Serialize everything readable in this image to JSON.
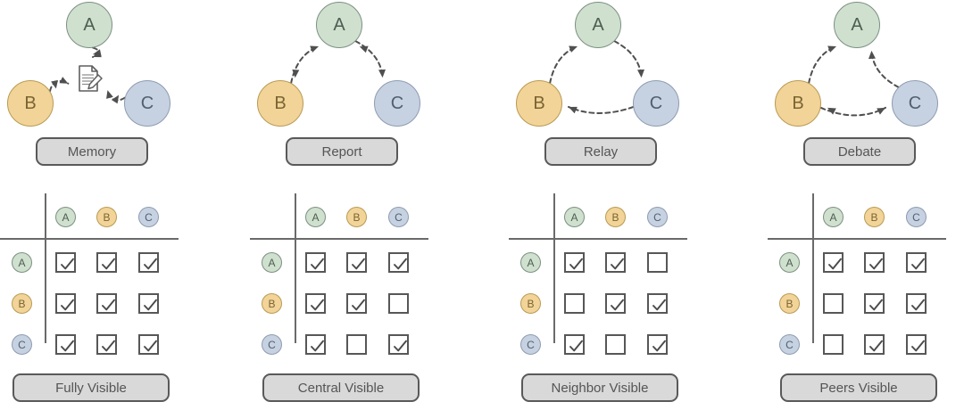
{
  "legend": {
    "agents": [
      {
        "id": "A",
        "label": "A",
        "color": "#cfe0cf",
        "kind": "green"
      },
      {
        "id": "B",
        "label": "B",
        "color": "#f2d498",
        "kind": "amber"
      },
      {
        "id": "C",
        "label": "C",
        "color": "#c6d2e1",
        "kind": "blue"
      }
    ],
    "checked_glyph": "check-mark",
    "memory_glyph": "document-pencil-icon"
  },
  "panels": [
    {
      "topology_label": "Memory",
      "visibility_label": "Fully Visible",
      "center_icon": "document-pencil-icon",
      "edges": [
        {
          "from": "A",
          "to": "M",
          "bidirectional": true
        },
        {
          "from": "B",
          "to": "M",
          "bidirectional": true
        },
        {
          "from": "C",
          "to": "M",
          "bidirectional": true
        }
      ],
      "matrix": {
        "col_headers": [
          "A",
          "B",
          "C"
        ],
        "row_headers": [
          "A",
          "B",
          "C"
        ],
        "cells": [
          [
            true,
            true,
            true
          ],
          [
            true,
            true,
            true
          ],
          [
            true,
            true,
            true
          ]
        ]
      }
    },
    {
      "topology_label": "Report",
      "visibility_label": "Central Visible",
      "center_icon": "",
      "edges": [
        {
          "from": "B",
          "to": "A",
          "bidirectional": true
        },
        {
          "from": "A",
          "to": "C",
          "bidirectional": true
        }
      ],
      "matrix": {
        "col_headers": [
          "A",
          "B",
          "C"
        ],
        "row_headers": [
          "A",
          "B",
          "C"
        ],
        "cells": [
          [
            true,
            true,
            true
          ],
          [
            true,
            true,
            false
          ],
          [
            true,
            false,
            true
          ]
        ]
      }
    },
    {
      "topology_label": "Relay",
      "visibility_label": "Neighbor Visible",
      "center_icon": "",
      "edges": [
        {
          "from": "B",
          "to": "A",
          "bidirectional": false
        },
        {
          "from": "A",
          "to": "C",
          "bidirectional": false
        },
        {
          "from": "C",
          "to": "B",
          "bidirectional": false
        }
      ],
      "matrix": {
        "col_headers": [
          "A",
          "B",
          "C"
        ],
        "row_headers": [
          "A",
          "B",
          "C"
        ],
        "cells": [
          [
            true,
            true,
            false
          ],
          [
            false,
            true,
            true
          ],
          [
            true,
            false,
            true
          ]
        ]
      }
    },
    {
      "topology_label": "Debate",
      "visibility_label": "Peers Visible",
      "center_icon": "",
      "edges": [
        {
          "from": "B",
          "to": "A",
          "bidirectional": false
        },
        {
          "from": "C",
          "to": "A",
          "bidirectional": false
        },
        {
          "from": "B",
          "to": "C",
          "bidirectional": true
        }
      ],
      "matrix": {
        "col_headers": [
          "A",
          "B",
          "C"
        ],
        "row_headers": [
          "A",
          "B",
          "C"
        ],
        "cells": [
          [
            true,
            true,
            true
          ],
          [
            false,
            true,
            true
          ],
          [
            false,
            true,
            true
          ]
        ]
      }
    }
  ]
}
